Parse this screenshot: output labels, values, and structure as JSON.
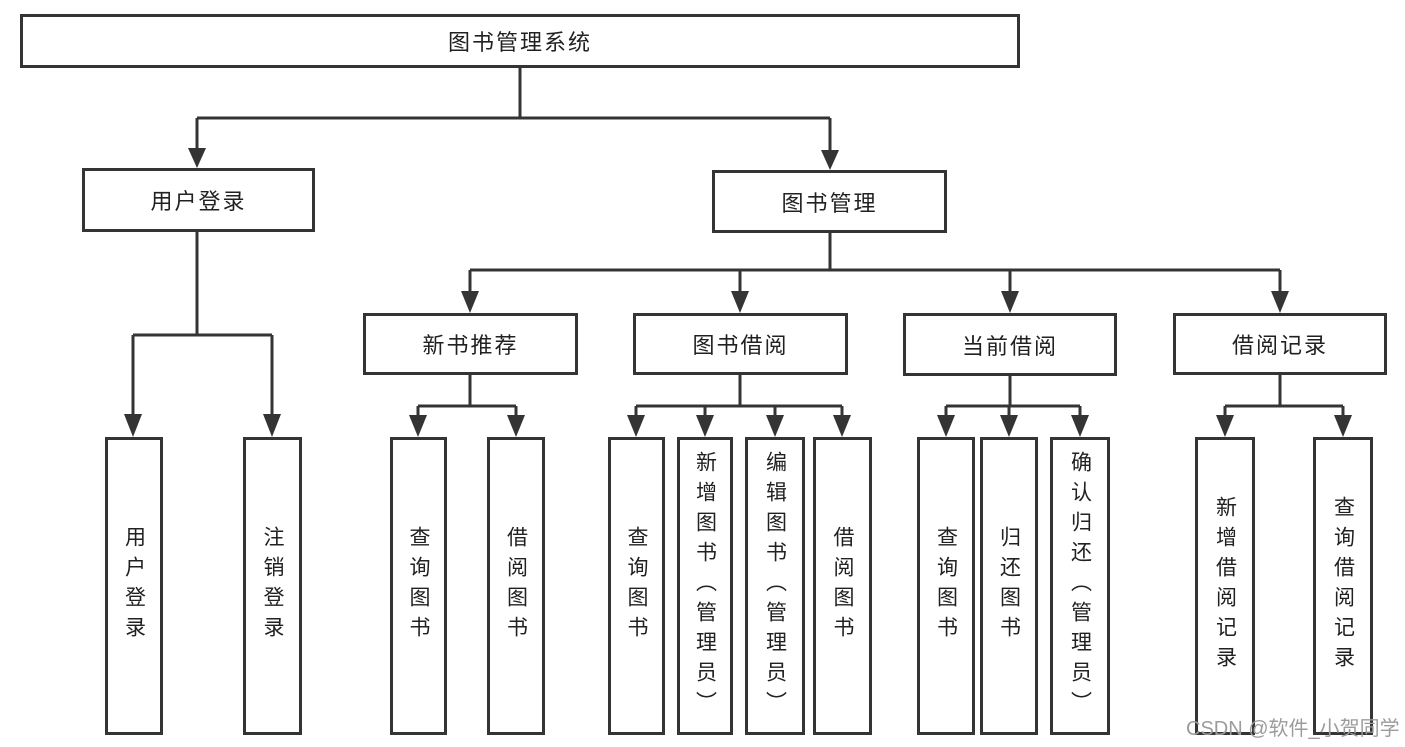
{
  "colors": {
    "border": "#343434",
    "text": "#212121",
    "background": "#ffffff",
    "watermark": "#9c9c9c"
  },
  "watermark": "CSDN @软件_小贺同学",
  "nodes": {
    "root": {
      "label": "图书管理系统"
    },
    "user_login": {
      "label": "用户登录"
    },
    "book_mgmt": {
      "label": "图书管理"
    },
    "new_book_rec": {
      "label": "新书推荐"
    },
    "book_borrow": {
      "label": "图书借阅"
    },
    "current_borrow": {
      "label": "当前借阅"
    },
    "borrow_records": {
      "label": "借阅记录"
    },
    "leaf_user_login": {
      "label": "用户登录"
    },
    "leaf_logout": {
      "label": "注销登录"
    },
    "leaf_query_books_rec": {
      "label": "查询图书"
    },
    "leaf_borrow_books_rec": {
      "label": "借阅图书"
    },
    "leaf_query_books_borrow": {
      "label": "查询图书"
    },
    "leaf_add_books": {
      "label": "新增图书（管理员）"
    },
    "leaf_edit_books": {
      "label": "编辑图书（管理员）"
    },
    "leaf_borrow_books": {
      "label": "借阅图书"
    },
    "leaf_query_books_current": {
      "label": "查询图书"
    },
    "leaf_return_books": {
      "label": "归还图书"
    },
    "leaf_confirm_return": {
      "label": "确认归还（管理员）"
    },
    "leaf_add_borrow_record": {
      "label": "新增借阅记录"
    },
    "leaf_query_borrow_record": {
      "label": "查询借阅记录"
    }
  },
  "hierarchy": {
    "图书管理系统": {
      "用户登录": [
        "用户登录",
        "注销登录"
      ],
      "图书管理": {
        "新书推荐": [
          "查询图书",
          "借阅图书"
        ],
        "图书借阅": [
          "查询图书",
          "新增图书（管理员）",
          "编辑图书（管理员）",
          "借阅图书"
        ],
        "当前借阅": [
          "查询图书",
          "归还图书",
          "确认归还（管理员）"
        ],
        "借阅记录": [
          "新增借阅记录",
          "查询借阅记录"
        ]
      }
    }
  }
}
